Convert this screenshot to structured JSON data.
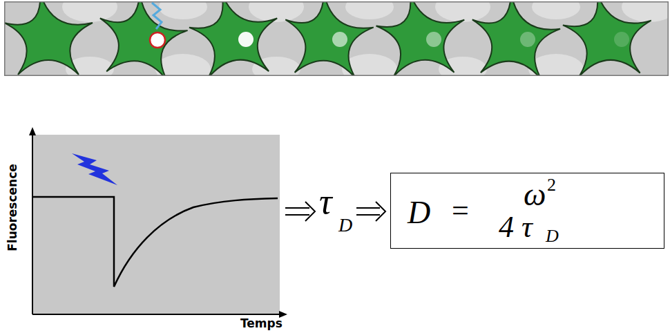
{
  "diagram": {
    "nodes": [
      {
        "text": [
          "D",
          "=",
          "ω",
          "2",
          "4 τ",
          "D"
        ]
      }
    ],
    "labels": [
      "Fluorescence",
      "Temps",
      "τ",
      "D"
    ]
  }
}
